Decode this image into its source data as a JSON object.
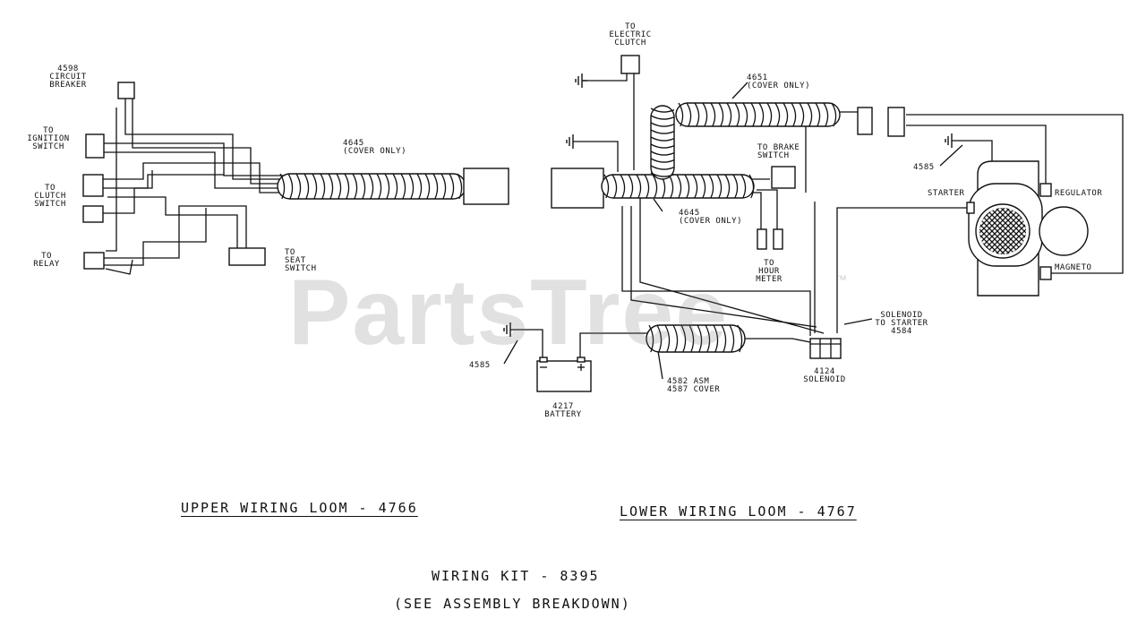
{
  "watermark": {
    "text": "PartsTree",
    "trademark": "™"
  },
  "upper": {
    "breaker": "4598\nCIRCUIT\nBREAKER",
    "ignition": "TO\nIGNITION\nSWITCH",
    "clutch": "TO\nCLUTCH\nSWITCH",
    "relay": "TO\nRELAY",
    "seat": "TO\nSEAT\nSWITCH",
    "cover": "4645\n(COVER ONLY)"
  },
  "lower": {
    "electric_clutch": "TO\nELECTRIC\nCLUTCH",
    "cover_4651": "4651\n(COVER ONLY)",
    "brake": "TO BRAKE\nSWITCH",
    "cover_4645": "4645\n(COVER ONLY)",
    "hour_meter": "TO\nHOUR\nMETER",
    "ground_4585_top": "4585",
    "starter": "STARTER",
    "regulator": "REGULATOR",
    "magneto": "MAGNETO",
    "solenoid_to_starter": "SOLENOID\nTO STARTER\n4584",
    "solenoid": "4124\nSOLENOID",
    "ground_4585_bottom": "4585",
    "battery": "4217\nBATTERY",
    "cable": "4582 ASM\n4587 COVER"
  },
  "titles": {
    "upper_loom": "UPPER WIRING LOOM - 4766",
    "lower_loom": "LOWER WIRING LOOM - 4767",
    "kit": "WIRING KIT - 8395",
    "note": "(SEE ASSEMBLY BREAKDOWN)"
  }
}
